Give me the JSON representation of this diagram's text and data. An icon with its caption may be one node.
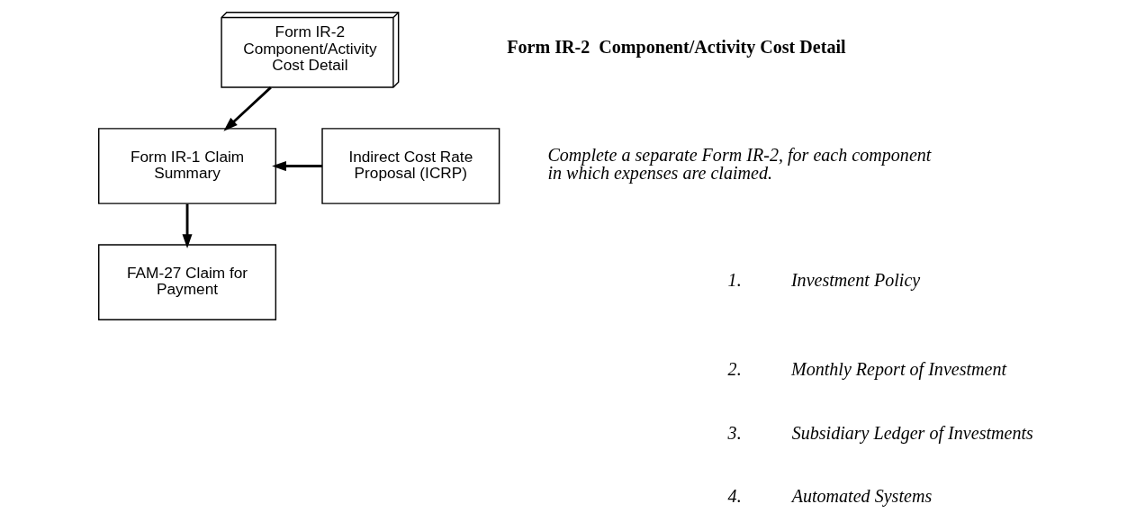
{
  "diagram": {
    "nodes": [
      {
        "text": [
          "Form IR-2 Component/Activity Cost Detail"
        ]
      },
      {
        "text": [
          "Indirect Cost Rate Proposal (ICRP)"
        ]
      },
      {
        "text": [
          "Form IR-1 Claim Summary"
        ]
      },
      {
        "text": [
          "FAM-27 Claim for Payment"
        ]
      }
    ],
    "edges": [
      {
        "from": 0,
        "to": 2,
        "arrow": "to"
      },
      {
        "from": 1,
        "to": 2,
        "arrow": "to"
      },
      {
        "from": 2,
        "to": 3,
        "arrow": "to"
      }
    ],
    "labels": [
      "Form IR-2  Component/Activity Cost Detail",
      "Complete a separate Form IR-2, for each component in which expenses are claimed.",
      "1.",
      "Investment Policy",
      "2.",
      "Monthly Report of Investment",
      "3.",
      "Subsidiary Ledger of Investments",
      "4.",
      "Automated Systems"
    ]
  }
}
